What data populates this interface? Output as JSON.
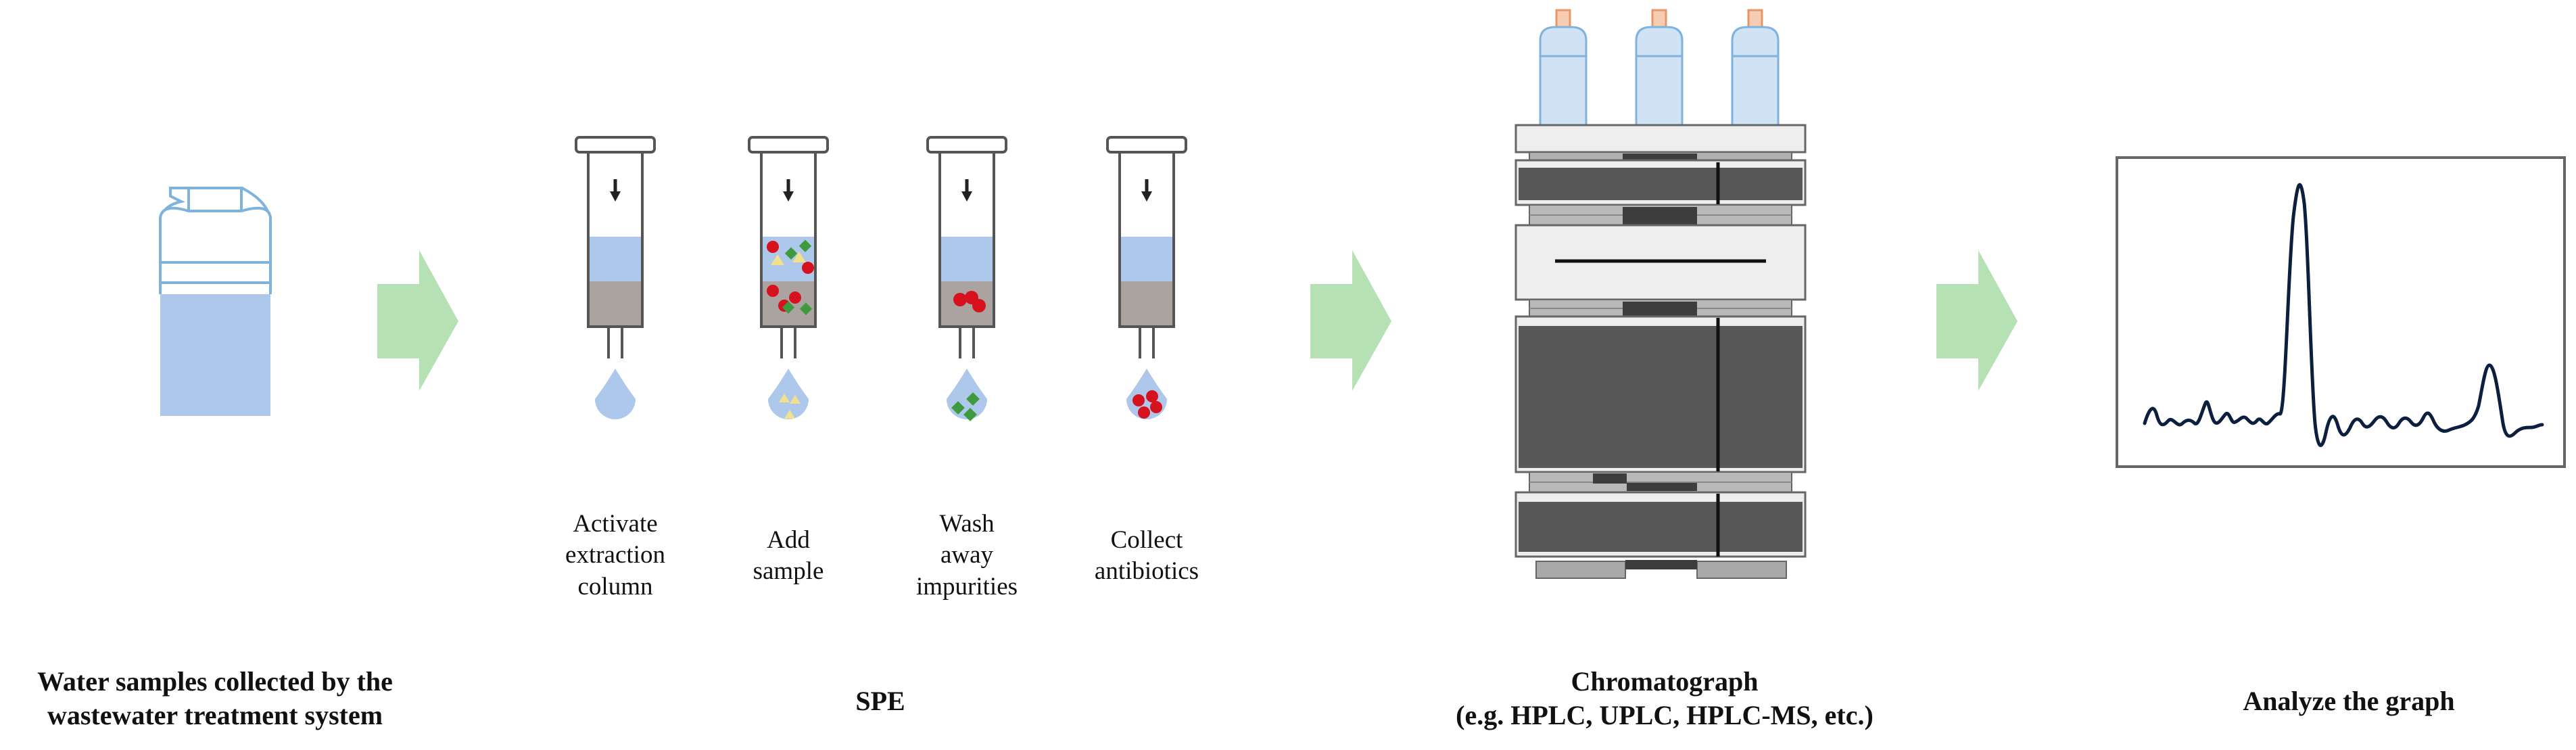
{
  "stages": {
    "water": {
      "line1": "Water samples collected by the",
      "line2": "wastewater treatment system"
    },
    "spe": {
      "label": "SPE"
    },
    "chromatograph": {
      "line1": "Chromatograph",
      "line2": "(e.g. HPLC, UPLC, HPLC-MS, etc.)"
    },
    "graph": {
      "label": "Analyze the graph"
    }
  },
  "spe_steps": [
    {
      "line1": "Activate",
      "line2": "extraction",
      "line3": "column"
    },
    {
      "line1": "Add",
      "line2": "sample"
    },
    {
      "line1": "Wash",
      "line2": "away",
      "line3": "impurities"
    },
    {
      "line1": "Collect",
      "line2": "antibiotics"
    }
  ],
  "colors": {
    "water": "#adc8ea",
    "outline": "#7fb2dc",
    "arrow": "#b6e1b4",
    "sorbent": "#aaa39f",
    "antibiotic": "#d7121f",
    "impurity": "#3e9a3e",
    "sample": "#f3e08b",
    "instrument_dark": "#585858",
    "instrument_light": "#eeeeee",
    "trace": "#0c1f3f"
  }
}
